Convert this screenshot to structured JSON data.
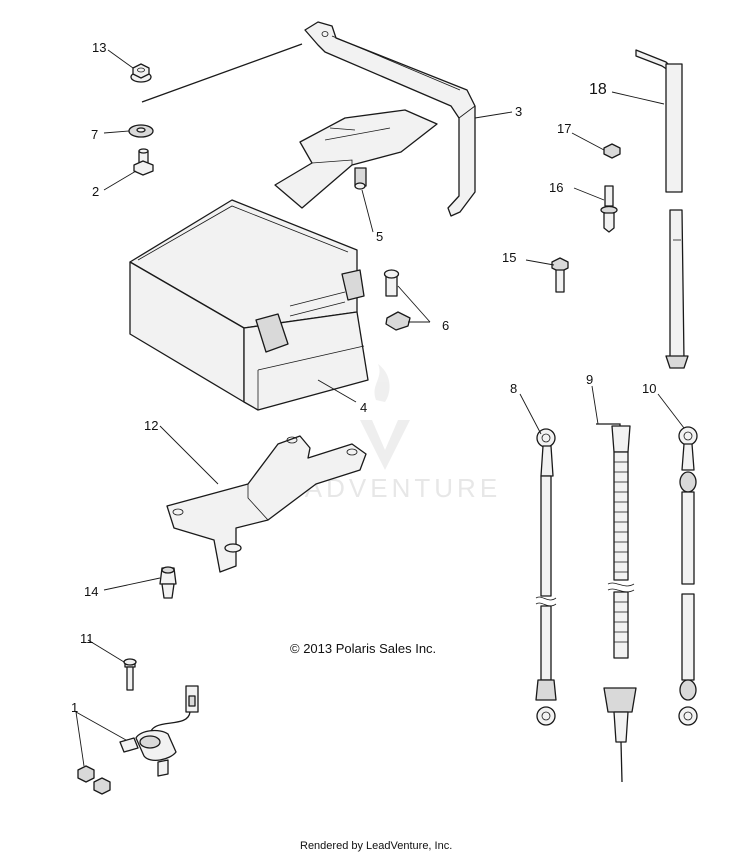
{
  "callouts": {
    "c1": "1",
    "c2": "2",
    "c3": "3",
    "c4": "4",
    "c5": "5",
    "c6": "6",
    "c7": "7",
    "c8": "8",
    "c9": "9",
    "c10": "10",
    "c11": "11",
    "c12": "12",
    "c13": "13",
    "c14": "14",
    "c15": "15",
    "c16": "16",
    "c17": "17",
    "c18": "18"
  },
  "copyright": "© 2013 Polaris Sales Inc.",
  "footer": "Rendered by LeadVenture, Inc.",
  "watermark": "LEADVENTURE"
}
